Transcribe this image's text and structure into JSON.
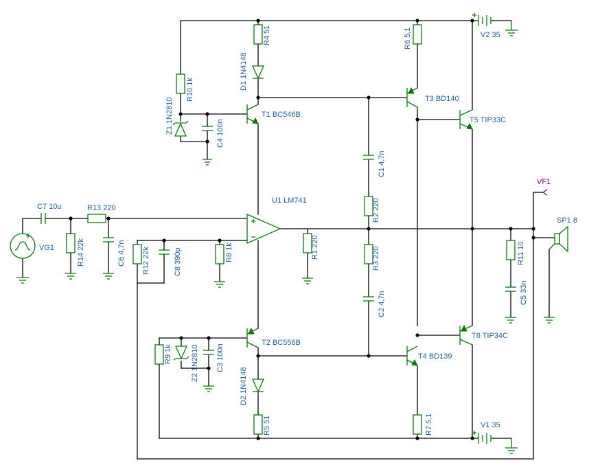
{
  "colors": {
    "wire": "#000000",
    "component": "#0a7a0a",
    "label": "#1c5fa6",
    "probe": "#8b008b"
  },
  "labels": {
    "R4": "R4 51",
    "R6": "R6 5,1",
    "V2": "V2 35",
    "R10": "R10 1k",
    "D1": "D1 1N4148",
    "T3": "T3 BD140",
    "Z1": "Z1 1N2810",
    "T1": "T1 BC546B",
    "C4": "C4 100n",
    "T5": "T5 TIP33C",
    "C1": "C1 4,7n",
    "VF1": "VF1",
    "C7": "C7 10u",
    "R13": "R13 220",
    "U1": "U1 LM741",
    "R2": "R2 220",
    "SP1": "SP1 8",
    "VG1": "VG1",
    "R14": "R14 22k",
    "C6": "C6 4,7n",
    "R12": "R12 22k",
    "C8": "C8 390p",
    "R8": "R8 1k",
    "R1": "R1 220",
    "R3": "R3 220",
    "R11": "R11 10",
    "C5": "C5 33n",
    "C2": "C2 4,7n",
    "T2": "T2 BC556B",
    "T6": "T6 TIP34C",
    "R9": "R9 1k",
    "Z2": "Z2 1N2810",
    "C3": "C3 100n",
    "T4": "T4 BD139",
    "D2": "D2 1N4148",
    "R5": "R5 51",
    "R7": "R7 5,1",
    "V1": "V1 35"
  }
}
